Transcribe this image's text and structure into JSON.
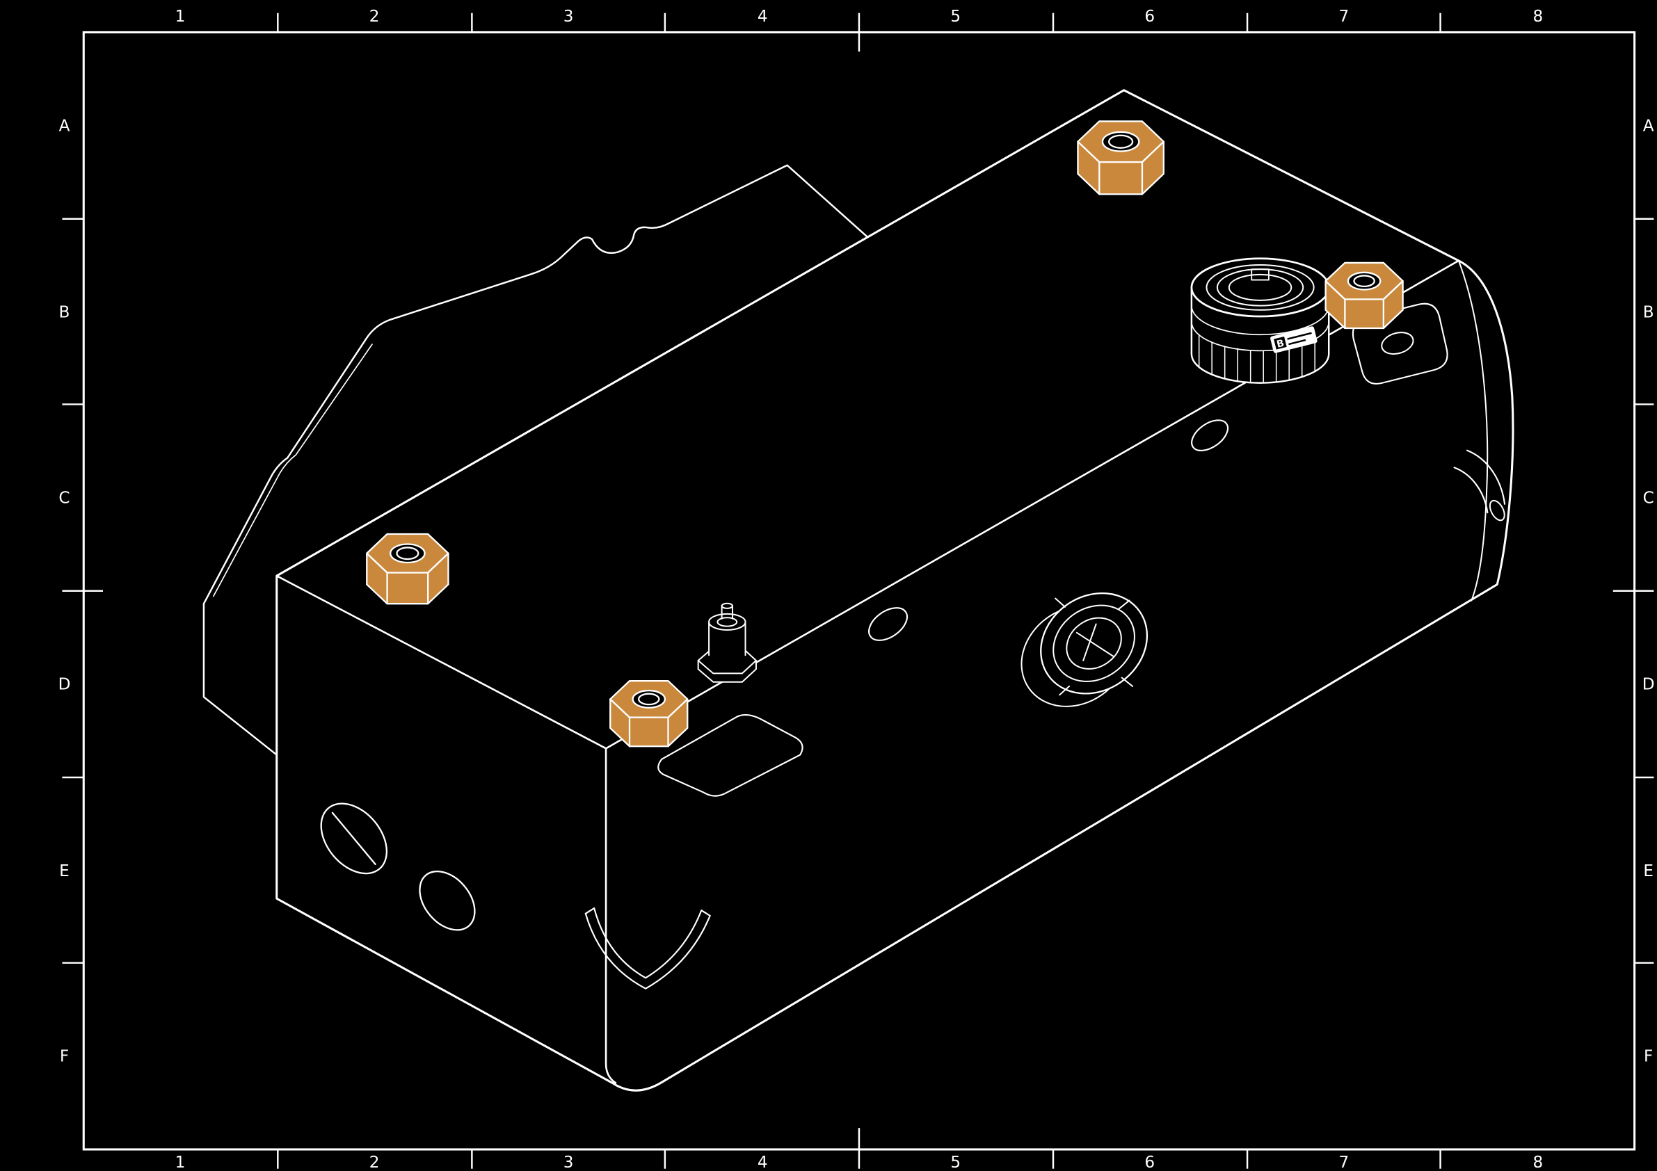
{
  "frame": {
    "columns": [
      "1",
      "2",
      "3",
      "4",
      "5",
      "6",
      "7",
      "8"
    ],
    "rows": [
      "A",
      "B",
      "C",
      "D",
      "E",
      "F"
    ]
  },
  "colors": {
    "background": "#000000",
    "line": "#ffffff",
    "fitting_fill": "#c9883c"
  },
  "part": {
    "connector_brand_label": "B"
  }
}
